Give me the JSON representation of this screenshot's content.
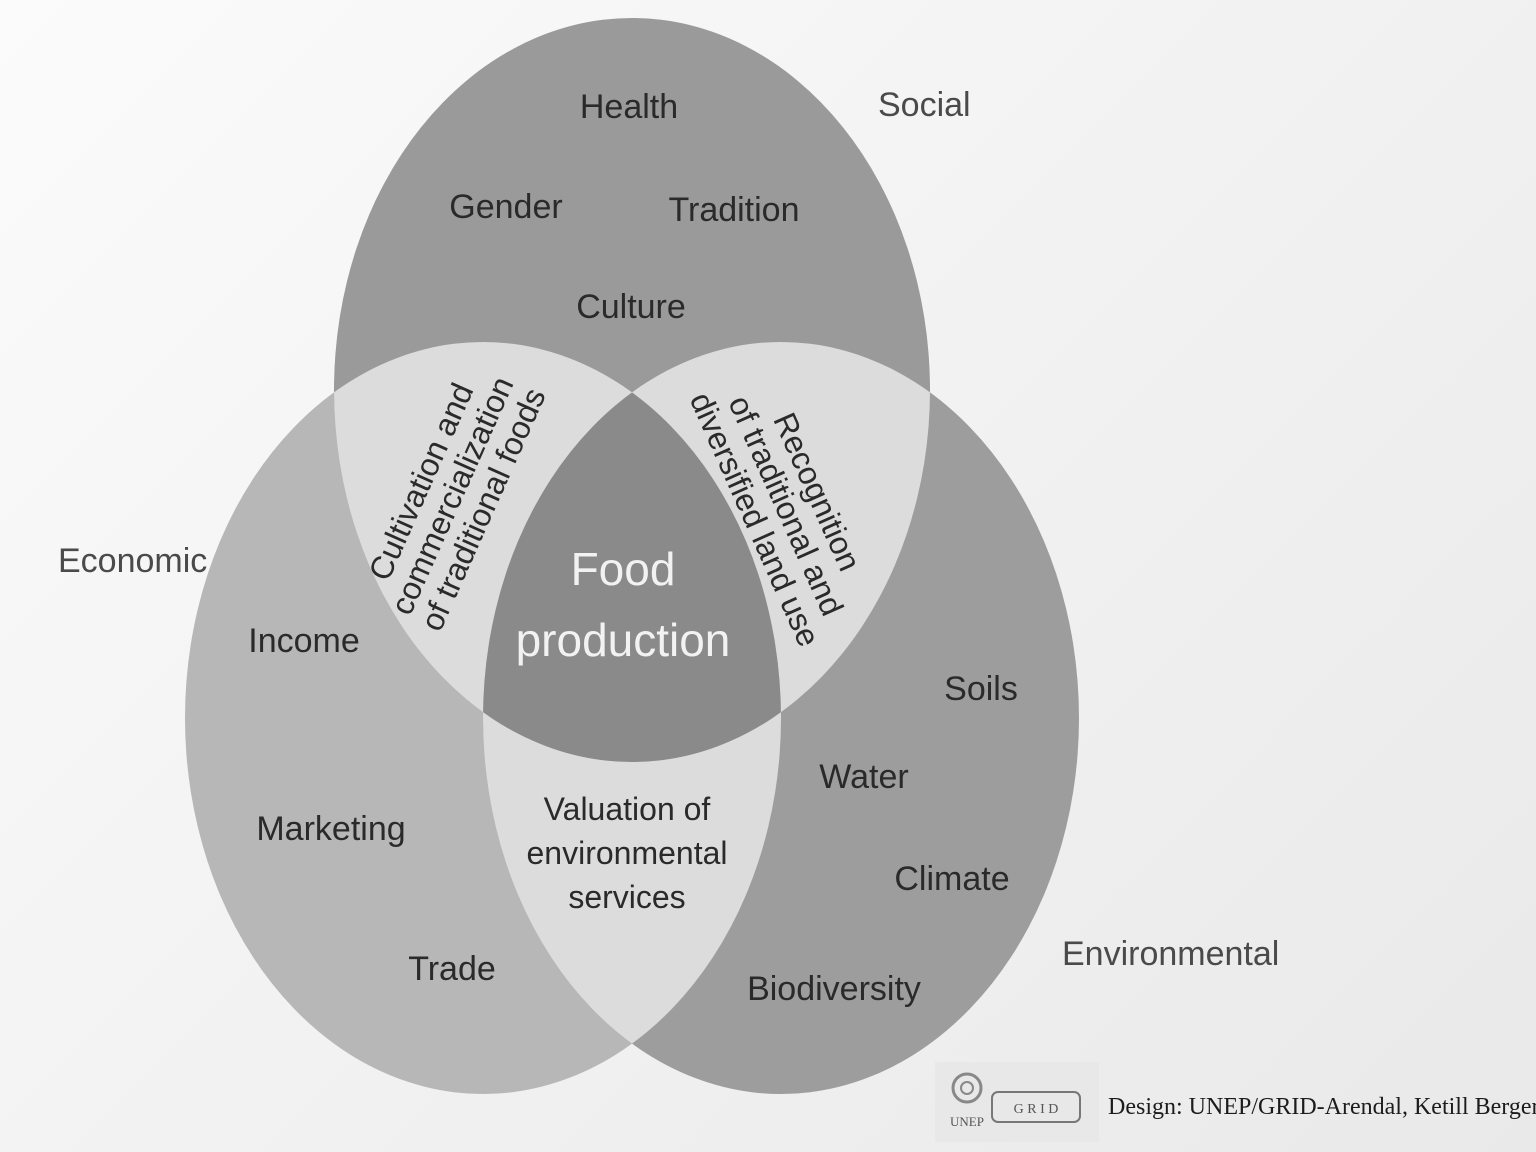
{
  "colors": {
    "social": "#9a9a9a",
    "economic": "#b7b7b7",
    "environmental": "#9d9d9d",
    "overlap": "#dcdcdc",
    "core": "#8a8a8a",
    "background": "#f2f2f2"
  },
  "circles": {
    "social": {
      "label": "Social",
      "items": [
        "Health",
        "Gender",
        "Tradition",
        "Culture"
      ]
    },
    "economic": {
      "label": "Economic",
      "items": [
        "Income",
        "Marketing",
        "Trade"
      ]
    },
    "environmental": {
      "label": "Environmental",
      "items": [
        "Soils",
        "Water",
        "Climate",
        "Biodiversity"
      ]
    }
  },
  "overlaps": {
    "social_economic": [
      "Cultivation and",
      "commercialization",
      "of traditional foods"
    ],
    "social_environmental": [
      "Recognition",
      "of traditional and",
      "diversified land use"
    ],
    "economic_environmental": [
      "Valuation of",
      "environmental",
      "services"
    ]
  },
  "center": {
    "lines": [
      "Food",
      "production"
    ]
  },
  "credit": {
    "logo_unep": "UNEP",
    "logo_grid": "G R I D",
    "text": "Design: UNEP/GRID-Arendal, Ketill Berger"
  }
}
